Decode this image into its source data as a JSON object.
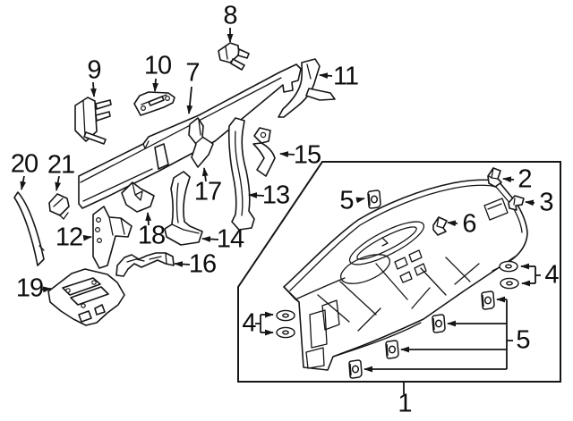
{
  "diagram": {
    "background_color": "#ffffff",
    "line_color": "#151515",
    "description_icons": {
      "arrow": "leader-arrow"
    },
    "callouts": {
      "n1": "1",
      "n2": "2",
      "n3": "3",
      "n4_left": "4",
      "n4_right": "4",
      "n5_left": "5",
      "n5_right": "5",
      "n6": "6",
      "n7": "7",
      "n8": "8",
      "n9": "9",
      "n10": "10",
      "n11": "11",
      "n12": "12",
      "n13": "13",
      "n14": "14",
      "n15": "15",
      "n16": "16",
      "n17": "17",
      "n18": "18",
      "n19": "19",
      "n20": "20",
      "n21": "21"
    }
  }
}
